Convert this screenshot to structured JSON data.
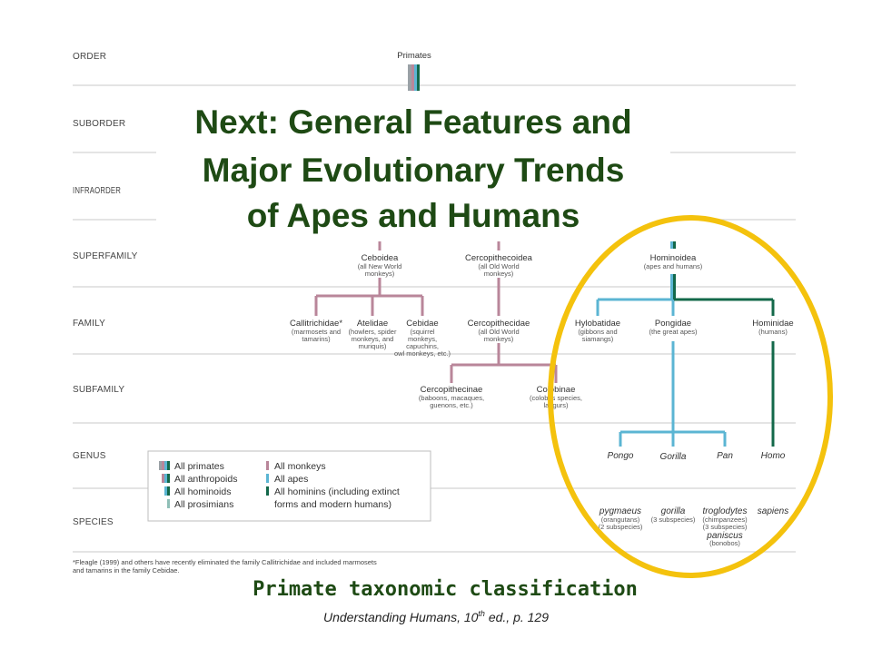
{
  "ranks": [
    "ORDER",
    "SUBORDER",
    "INFRAORDER",
    "SUPERFAMILY",
    "FAMILY",
    "SUBFAMILY",
    "GENUS",
    "SPECIES"
  ],
  "taxa": {
    "primates": "Primates",
    "ceboidea": {
      "name": "Ceboidea",
      "sub": [
        "(all New World",
        "monkeys)"
      ]
    },
    "cercopithecoidea": {
      "name": "Cercopithecoidea",
      "sub": [
        "(all Old World",
        "monkeys)"
      ]
    },
    "hominoidea": {
      "name": "Hominoidea",
      "sub": [
        "(apes and humans)"
      ]
    },
    "callitrichidae": {
      "name": "Callitrichidae*",
      "sub": [
        "(marmosets and",
        "tamarins)"
      ]
    },
    "atelidae": {
      "name": "Atelidae",
      "sub": [
        "(howlers, spider",
        "monkeys, and",
        "muriquis)"
      ]
    },
    "cebidae": {
      "name": "Cebidae",
      "sub": [
        "(squirrel",
        "monkeys,",
        "capuchins,",
        "owl monkeys, etc.)"
      ]
    },
    "cercopithecidae": {
      "name": "Cercopithecidae",
      "sub": [
        "(all Old World",
        "monkeys)"
      ]
    },
    "hylobatidae": {
      "name": "Hylobatidae",
      "sub": [
        "(gibbons and",
        "siamangs)"
      ]
    },
    "pongidae": {
      "name": "Pongidae",
      "sub": [
        "(the great apes)"
      ]
    },
    "hominidae": {
      "name": "Hominidae",
      "sub": [
        "(humans)"
      ]
    },
    "cercopithecinae": {
      "name": "Cercopithecinae",
      "sub": [
        "(baboons, macaques,",
        "guenons, etc.)"
      ]
    },
    "colobinae": {
      "name": "Colobinae",
      "sub": [
        "(colobus species,",
        "langurs)"
      ]
    },
    "pongo": "Pongo",
    "gorilla": "Gorilla",
    "pan": "Pan",
    "homo": "Homo",
    "pygmaeus": {
      "name": "pygmaeus",
      "sub": [
        "(orangutans)",
        "(2 subspecies)"
      ]
    },
    "gorilla_sp": {
      "name": "gorilla",
      "sub": [
        "(3 subspecies)"
      ]
    },
    "troglodytes": {
      "name": "troglodytes",
      "sub": [
        "(chimpanzees)",
        "(3 subspecies)"
      ]
    },
    "paniscus": {
      "name": "paniscus",
      "sub": [
        "(bonobos)"
      ]
    },
    "sapiens": "sapiens"
  },
  "legend": {
    "left": [
      "All primates",
      "All anthropoids",
      "All hominoids",
      "All prosimians"
    ],
    "right": [
      "All monkeys",
      "All apes",
      "All hominins (including extinct",
      "forms and modern humans)"
    ]
  },
  "footnote": [
    "*Fleagle (1999) and others have recently eliminated the family Callitrichidae and included marmosets",
    "and tamarins in the family Cebidae."
  ],
  "overlay_title": [
    "Next: General Features and",
    "Major Evolutionary Trends",
    "of Apes and Humans"
  ],
  "caption": "Primate taxonomic classification",
  "source": {
    "prefix": "Understanding Humans, 10",
    "sup": "th",
    "suffix": " ed., p. 129"
  },
  "colors": {
    "monkeys": "#b9869a",
    "apes": "#5bb5d3",
    "hominins": "#13684a",
    "prosimians": "#8fbfb7",
    "primates_gray": "#9aa1a6",
    "title_green": "#1e4a14",
    "highlight_ellipse": "#f4c20d"
  }
}
